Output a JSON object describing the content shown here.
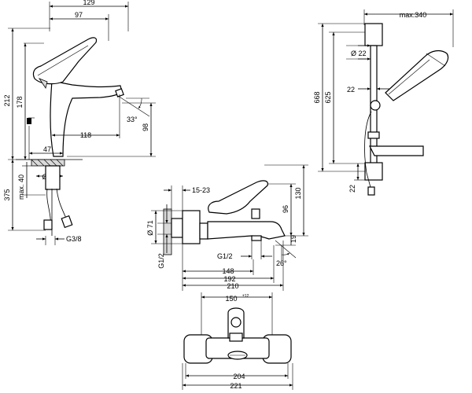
{
  "basin_mixer": {
    "dims": {
      "w129": "129",
      "w97": "97",
      "h212": "212",
      "h178": "178",
      "a33": "33°",
      "h98": "98",
      "w118": "118",
      "w47": "47",
      "d34": "Ø34",
      "h375": "375",
      "max40": "max. 40",
      "g38": "G3/8"
    }
  },
  "shower_set": {
    "dims": {
      "max340": "max.340",
      "d22": "Ø 22",
      "h668": "668",
      "h625": "625",
      "w22": "22",
      "h22b": "22"
    }
  },
  "bath_mixer": {
    "dims": {
      "r1523": "15-23",
      "h130": "130",
      "h96": "96",
      "d71": "Ø 71",
      "g12a": "G1/2",
      "g12b": "G1/2",
      "h19": "19",
      "a26": "26°",
      "w148": "148",
      "w192": "192",
      "w210": "210",
      "w150": "150",
      "w150sup": "±12",
      "w204": "204",
      "w221": "221"
    }
  }
}
